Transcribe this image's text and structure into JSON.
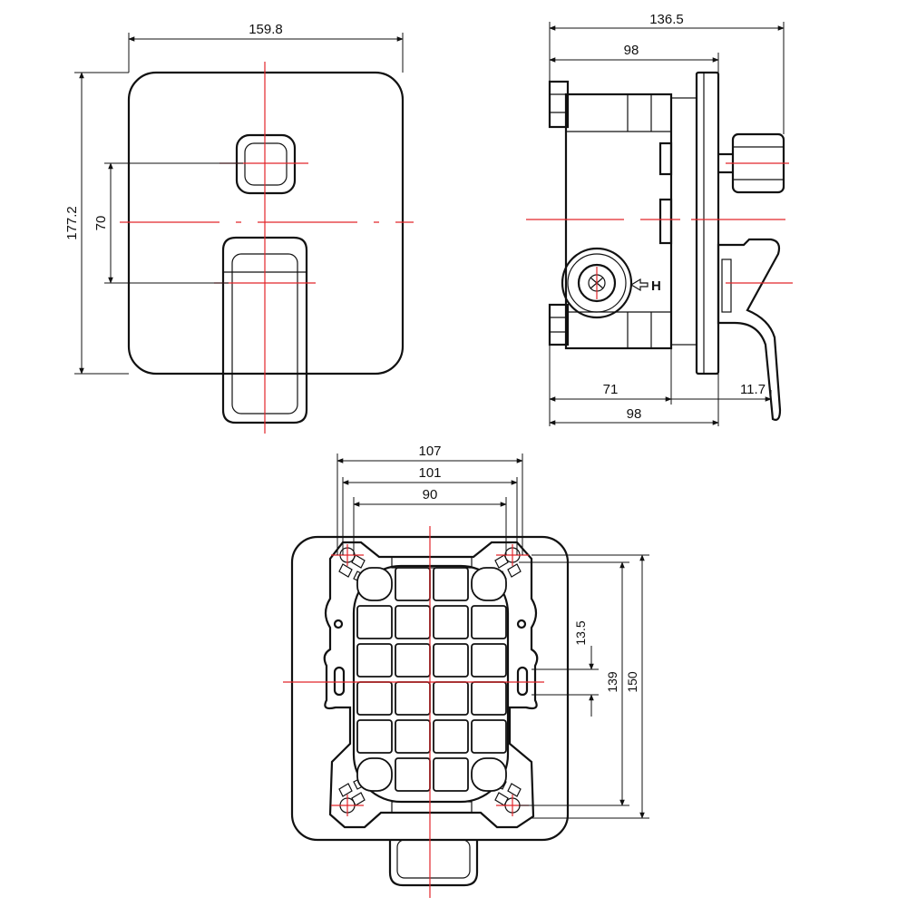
{
  "front_view": {
    "width_label": "159.8",
    "height_label": "177.2",
    "spacing_label": "70"
  },
  "side_view": {
    "overall_depth_label": "136.5",
    "body_depth_top_label": "98",
    "body_depth_bottom_label": "98",
    "inlet_offset_label": "71",
    "plate_offset_label": "11.7",
    "inlet_marker_label": "H"
  },
  "mounting_view": {
    "outer_width_label": "107",
    "mid_width_label": "101",
    "inner_width_label": "90",
    "slot_offset_label": "13.5",
    "hole_spacing_label": "139",
    "overall_height_label": "150"
  },
  "colors": {
    "line": "#111111",
    "centerline": "#e2262b"
  }
}
